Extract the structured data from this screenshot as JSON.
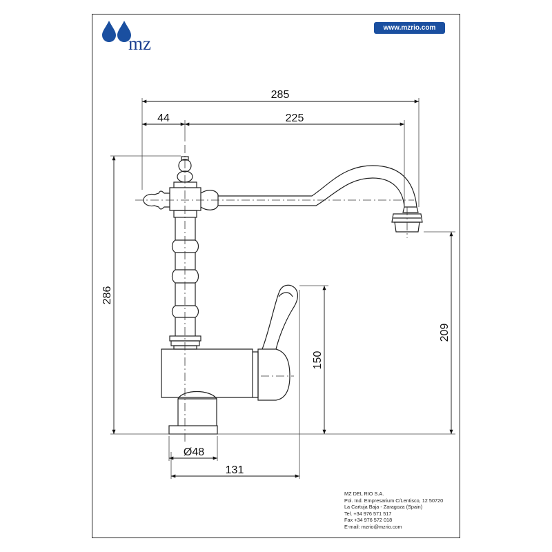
{
  "brand": {
    "logo_text": "mz",
    "logo_icon": "water-drops-icon",
    "url": "www.mzrio.com",
    "color": "#1a4fa0"
  },
  "dimensions": {
    "total_width": "285",
    "handle_offset": "44",
    "spout_reach": "225",
    "total_height": "286",
    "spout_height": "209",
    "lever_height": "150",
    "base_diameter": "Ø48",
    "lever_reach": "131"
  },
  "company": {
    "name": "MZ DEL RIO S.A.",
    "address_line1": "Pol. Ind. Empresarium C/Lentisco, 12  50720",
    "address_line2": "La Cartuja Baja - Zaragoza (Spain)",
    "tel": "Tel. +34 976 571 517",
    "fax": "Fax +34 976 572 018",
    "email": "E-mail: mzrio@mzrio.com"
  }
}
